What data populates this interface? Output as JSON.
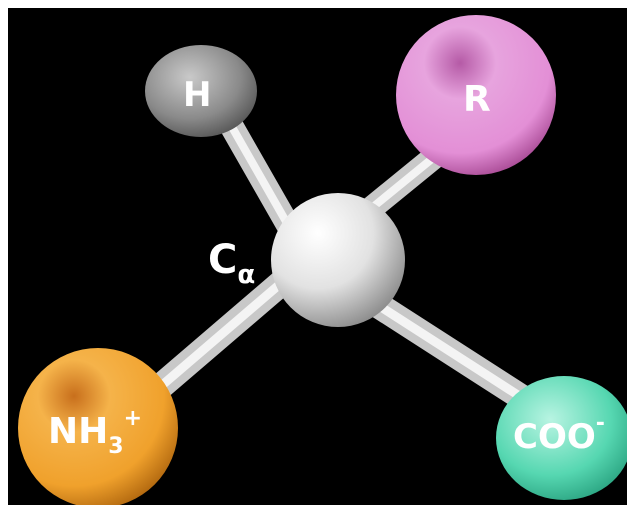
{
  "molecule": {
    "atoms": {
      "center": {
        "label": "C",
        "subscript": "α"
      },
      "top_left": {
        "label": "H"
      },
      "top_right": {
        "label": "R"
      },
      "bottom_left": {
        "label": "NH",
        "subscript": "3",
        "superscript": "+"
      },
      "bottom_right": {
        "label": "COO",
        "superscript": "-"
      }
    },
    "colors": {
      "background": "#000000",
      "center_atom": "#e8e8e8",
      "h_atom": "#8f8f8f",
      "r_atom": "#e590d8",
      "nh3_atom": "#f1a32d",
      "coo_atom": "#58d9b4",
      "bond": "#d8d8d8"
    }
  }
}
